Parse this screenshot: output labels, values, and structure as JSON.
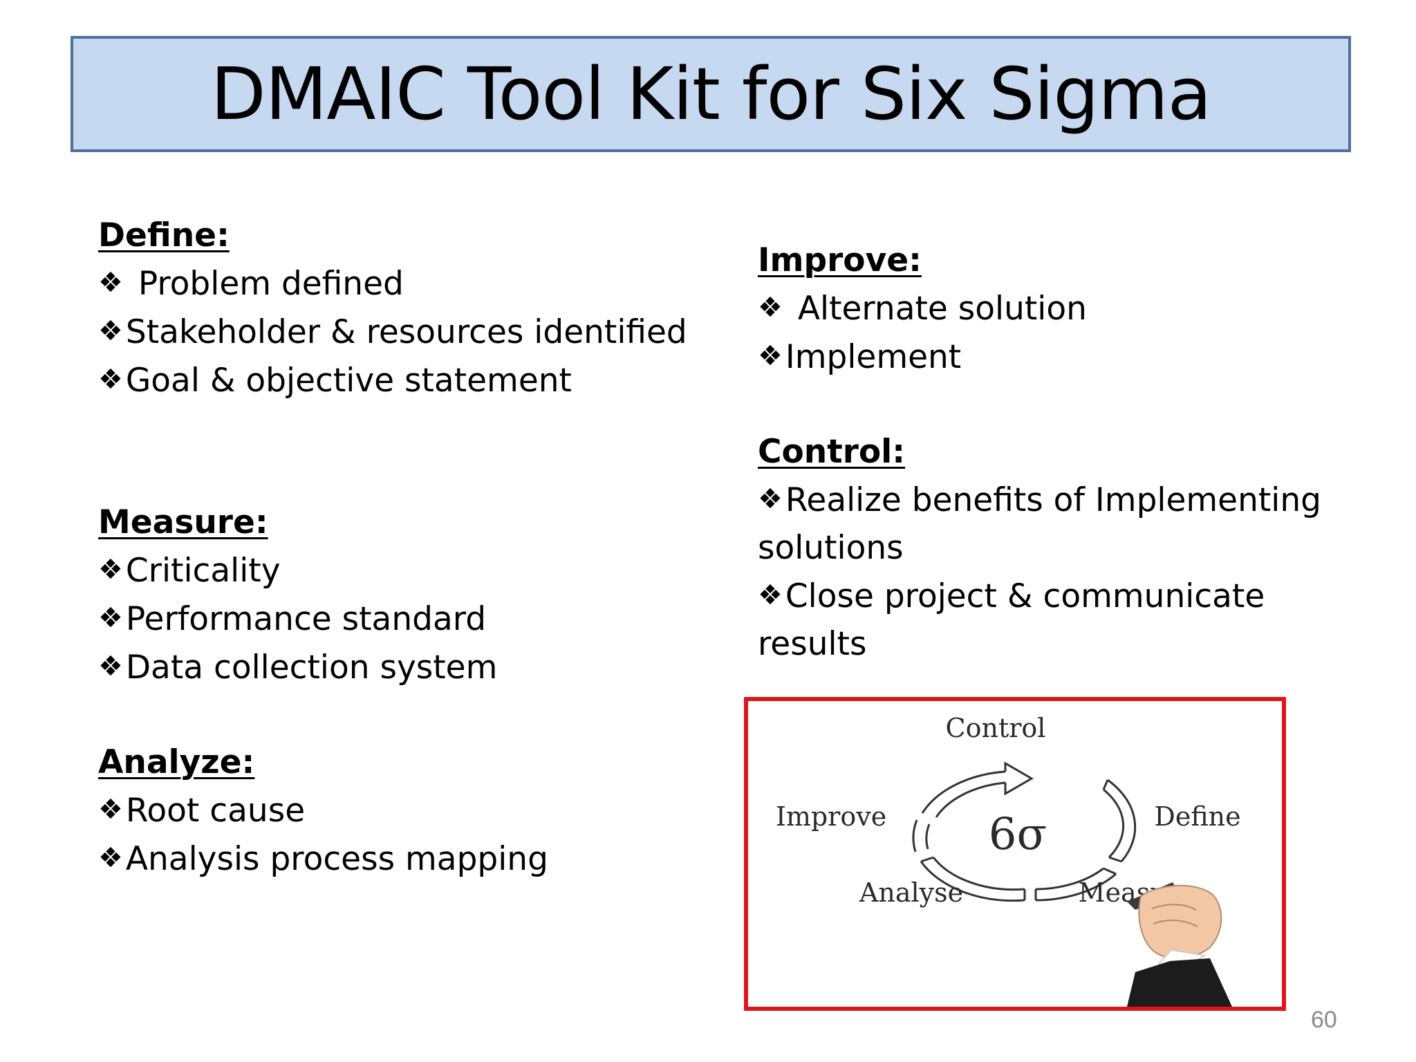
{
  "slide": {
    "title": "DMAIC Tool Kit for Six Sigma",
    "page_number": "60",
    "bullet_glyph": "❖",
    "sections": {
      "define": {
        "heading": "Define:",
        "items": [
          "Problem defined",
          "Stakeholder & resources identified",
          "Goal & objective statement"
        ]
      },
      "measure": {
        "heading": "Measure:",
        "items": [
          "Criticality",
          "Performance standard",
          "Data collection system"
        ]
      },
      "analyze": {
        "heading": "Analyze:",
        "items": [
          "Root cause",
          "Analysis process mapping"
        ]
      },
      "improve": {
        "heading": "Improve:",
        "items": [
          "Alternate solution",
          "Implement"
        ]
      },
      "control": {
        "heading": "Control:",
        "items": [
          "Realize benefits of Implementing solutions",
          "Close project & communicate results"
        ]
      }
    },
    "figure": {
      "labels": {
        "control": "Control",
        "improve": "Improve",
        "define": "Define",
        "analyse": "Analyse",
        "measure": "Measure",
        "center": "6σ"
      }
    },
    "colors": {
      "title_fill": "#c6d9f1",
      "title_border": "#4f6f9c",
      "figure_border": "#e0141b"
    }
  }
}
